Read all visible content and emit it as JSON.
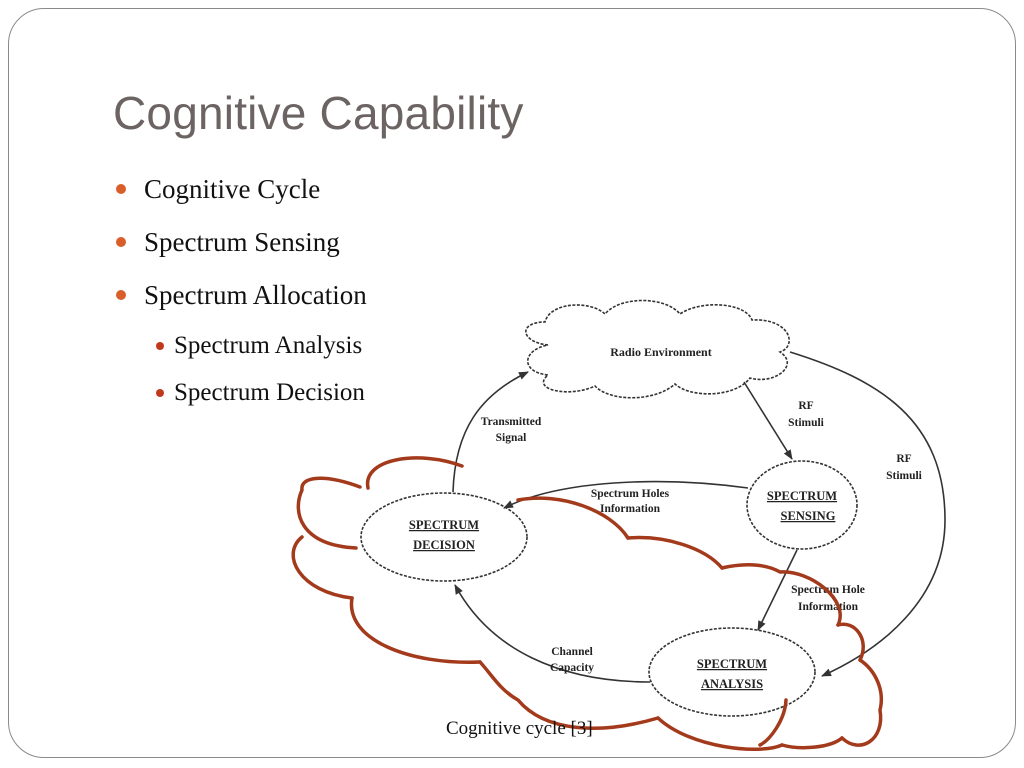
{
  "slide": {
    "title": "Cognitive Capability",
    "bullets": [
      {
        "text": "Cognitive Cycle",
        "level": 1
      },
      {
        "text": "Spectrum Sensing",
        "level": 1
      },
      {
        "text": "Spectrum Allocation",
        "level": 1
      },
      {
        "text": "Spectrum Analysis",
        "level": 2
      },
      {
        "text": "Spectrum Decision",
        "level": 2
      }
    ],
    "caption": "Cognitive cycle [3]"
  },
  "diagram": {
    "nodes": {
      "radio_environment": "Radio Environment",
      "spectrum_sensing": [
        "SPECTRUM",
        "SENSING"
      ],
      "spectrum_decision": [
        "SPECTRUM",
        "DECISION"
      ],
      "spectrum_analysis": [
        "SPECTRUM",
        "ANALYSIS"
      ]
    },
    "edges": {
      "rf_stimuli_sensing": [
        "RF",
        "Stimuli"
      ],
      "rf_stimuli_analysis": [
        "RF",
        "Stimuli"
      ],
      "transmitted_signal": [
        "Transmitted",
        "Signal"
      ],
      "spectrum_holes_information": [
        "Spectrum Holes",
        "Information"
      ],
      "spectrum_hole_information": [
        "Spectrum Hole",
        "Information"
      ],
      "channel_capacity": [
        "Channel",
        "Capacity"
      ]
    }
  },
  "colors": {
    "title": "#6b6462",
    "bullet_level1": "#d95e2a",
    "bullet_level2": "#c0391b",
    "highlight_cloud": "#a33a1c"
  }
}
